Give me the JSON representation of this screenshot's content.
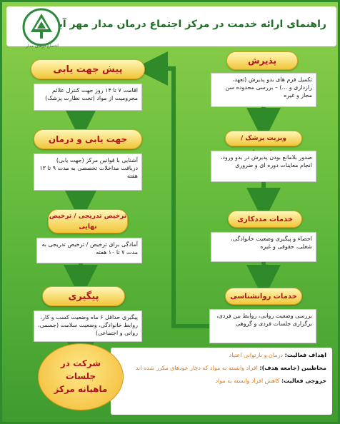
{
  "header": {
    "title": "راهنمای ارائه خدمت در مرکز اجتماع درمان مدار مهر آیین",
    "logo_caption": "اجتماع درمان مدار"
  },
  "right_column": [
    {
      "title": "پذیرش",
      "text": "تکمیل فرم های بدو پذیرش (تعهد، رازداری و ...) – بررسی محدوده سن مجاز و غیره"
    },
    {
      "title": "ویزیت پزشک / روانپزشک",
      "text": "صدور بلامانع بودن پذیرش در بدو ورود، انجام معاینات دوره ای و ضروری"
    },
    {
      "title": "خدمات مددکاری",
      "text": "احصاء و پیگیری وضعیت خانوادگی، شغلی، حقوقی و غیره"
    },
    {
      "title": "خدمات روانشناسی",
      "text": "بررسی وضعیت روانی، روابط بین فردی، برگزاری جلسات فردی و گروهی"
    }
  ],
  "left_column": [
    {
      "title": "پیش جهت یابی",
      "text": "اقامت ۷ تا ۱۴ روز جهت کنترل علائم محرومیت از مواد (تحت نظارت پزشک)"
    },
    {
      "title": "جهت یابی و درمان",
      "text": "آشنایی با قوانین مرکز (جهت یابی) دریافت مداخلات تخصصی به مدت ۹ تا ۱۳ هفته"
    },
    {
      "title": "ترخیص تدریجی / ترخیص نهایی",
      "text": "آمادگی برای ترخیص / ترخیص تدریجی به مدت ۷ تا ۱۰ هفته"
    },
    {
      "title": "پیگیری",
      "text": "پیگیری حداقل ۶ ماه وضعیت کسب و کار، روابط خانوادگی، وضعیت سلامت (جسمی، روانی و اجتماعی)"
    }
  ],
  "final": {
    "line1": "شرکت در",
    "line2": "جلسات",
    "line3": "ماهیانه مرکز"
  },
  "legend": [
    {
      "key": "اهداف فعالیت:",
      "value": "درمان و بازتوانی اعتیاد"
    },
    {
      "key": "مخاطبین (جامعه هدف):",
      "value": "افراد وابسته به مواد که دچار عودهای مکرر شده اند"
    },
    {
      "key": "خروجی فعالیت:",
      "value": "کاهش افراد وابسته به مواد"
    }
  ],
  "colors": {
    "green": "#5fb83b",
    "arrow": "#2f8a2a",
    "pill": "#f1c63b",
    "pill_text": "#b0151b",
    "legend_value": "#e07a1a"
  }
}
